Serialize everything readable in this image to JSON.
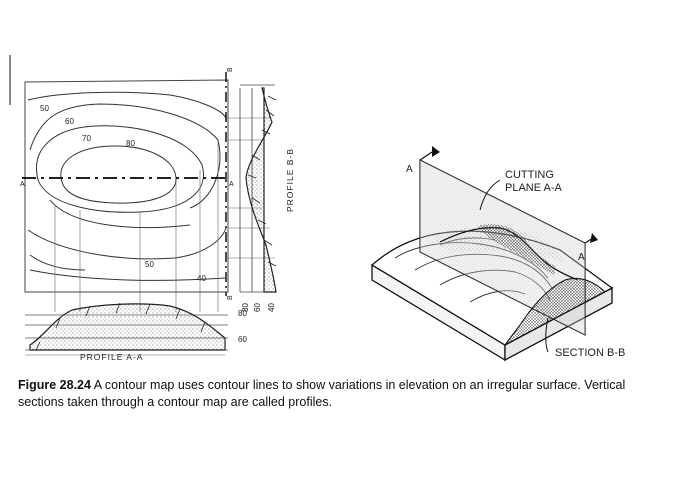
{
  "figure": {
    "contour_labels": [
      "50",
      "60",
      "70",
      "80",
      "50",
      "40"
    ],
    "section_marks": [
      "A",
      "A",
      "B",
      "B"
    ],
    "profile_bb_label": "PROFILE B-B",
    "profile_bb_ticks": [
      "80",
      "60",
      "40"
    ],
    "profile_aa_label": "PROFILE A-A",
    "profile_aa_ticks": [
      "80",
      "60"
    ],
    "block_labels": {
      "cutting_plane_line1": "CUTTING",
      "cutting_plane_line2": "PLANE A-A",
      "mark_a_left": "A",
      "mark_a_right": "A",
      "section_bb": "SECTION B-B"
    }
  },
  "caption": {
    "number": "Figure 28.24",
    "text": "A contour map uses contour lines to show variations in elevation on an irregular surface. Vertical sections taken through a contour map are called profiles."
  }
}
